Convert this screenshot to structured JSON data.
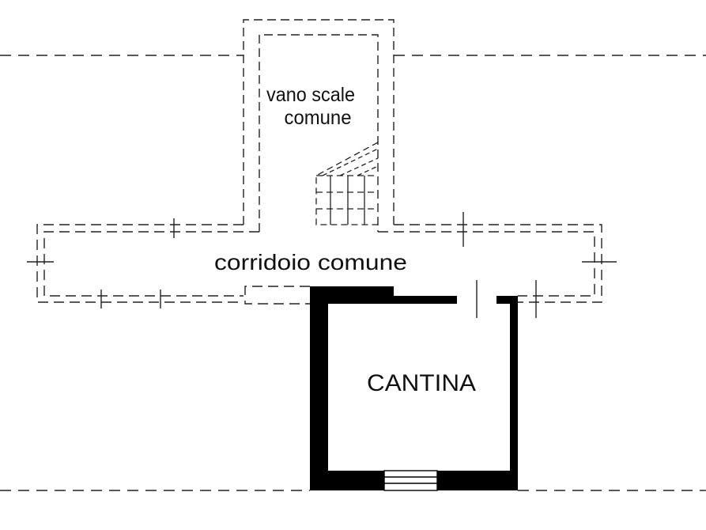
{
  "plan": {
    "labels": {
      "stairwell_line1": "vano scale",
      "stairwell_line2": "comune",
      "corridor": "corridoio comune",
      "cellar": "CANTINA"
    },
    "colors": {
      "line": "#222222",
      "wall": "#000000",
      "background": "#ffffff"
    }
  }
}
